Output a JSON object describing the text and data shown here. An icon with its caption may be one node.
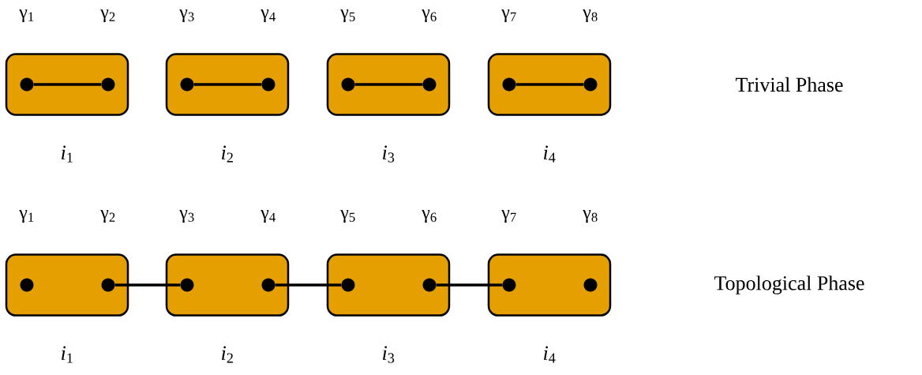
{
  "diagram": {
    "nodes": [
      {
        "text": [],
        "shape": "box",
        "beside": [
          "*i*$_{1}$"
        ]
      },
      {
        "text": [],
        "shape": "circle",
        "in": 0,
        "beside": [
          "γ$_{1}$"
        ]
      },
      {
        "text": [],
        "shape": "circle",
        "in": 0,
        "beside": [
          "γ$_{2}$"
        ]
      },
      {
        "text": [],
        "shape": "box",
        "beside": [
          "*i*$_{2}$"
        ]
      },
      {
        "text": [],
        "shape": "circle",
        "in": 3,
        "beside": [
          "γ$_{3}$"
        ]
      },
      {
        "text": [],
        "shape": "circle",
        "in": 3,
        "beside": [
          "γ$_{4}$"
        ]
      },
      {
        "text": [],
        "shape": "box",
        "beside": [
          "*i*$_{3}$"
        ]
      },
      {
        "text": [],
        "shape": "circle",
        "in": 6,
        "beside": [
          "γ$_{5}$"
        ]
      },
      {
        "text": [],
        "shape": "circle",
        "in": 6,
        "beside": [
          "γ$_{6}$"
        ]
      },
      {
        "text": [],
        "shape": "box",
        "beside": [
          "*i*$_{4}$"
        ]
      },
      {
        "text": [],
        "shape": "circle",
        "in": 9,
        "beside": [
          "γ$_{7}$"
        ]
      },
      {
        "text": [],
        "shape": "circle",
        "in": 9,
        "beside": [
          "γ$_{8}$"
        ]
      },
      {
        "text": [],
        "shape": "box",
        "beside": [
          "*i*$_{1}$"
        ]
      },
      {
        "text": [],
        "shape": "circle",
        "in": 12,
        "beside": [
          "γ$_{1}$"
        ]
      },
      {
        "text": [],
        "shape": "circle",
        "in": 12,
        "beside": [
          "γ$_{2}$"
        ]
      },
      {
        "text": [],
        "shape": "box",
        "beside": [
          "*i*$_{2}$"
        ]
      },
      {
        "text": [],
        "shape": "circle",
        "in": 15,
        "beside": [
          "γ$_{3}$"
        ]
      },
      {
        "text": [],
        "shape": "circle",
        "in": 15,
        "beside": [
          "γ$_{4}$"
        ]
      },
      {
        "text": [],
        "shape": "box",
        "beside": [
          "*i*$_{3}$"
        ]
      },
      {
        "text": [],
        "shape": "circle",
        "in": 18,
        "beside": [
          "γ$_{5}$"
        ]
      },
      {
        "text": [],
        "shape": "circle",
        "in": 18,
        "beside": [
          "γ$_{6}$"
        ]
      },
      {
        "text": [],
        "shape": "box",
        "beside": [
          "*i*$_{4}$"
        ]
      },
      {
        "text": [],
        "shape": "circle",
        "in": 21,
        "beside": [
          "γ$_{7}$"
        ]
      },
      {
        "text": [],
        "shape": "circle",
        "in": 21,
        "beside": [
          "γ$_{8}$"
        ]
      }
    ],
    "edges": [
      {
        "from": 1,
        "to": 2,
        "arrow": "none"
      },
      {
        "from": 4,
        "to": 5,
        "arrow": "none"
      },
      {
        "from": 7,
        "to": 8,
        "arrow": "none"
      },
      {
        "from": 10,
        "to": 11,
        "arrow": "none"
      },
      {
        "from": 14,
        "to": 16,
        "arrow": "none"
      },
      {
        "from": 17,
        "to": 19,
        "arrow": "none"
      },
      {
        "from": 20,
        "to": 22,
        "arrow": "none"
      }
    ],
    "labels": [
      "Trivial Phase",
      "Topological Phase"
    ]
  }
}
